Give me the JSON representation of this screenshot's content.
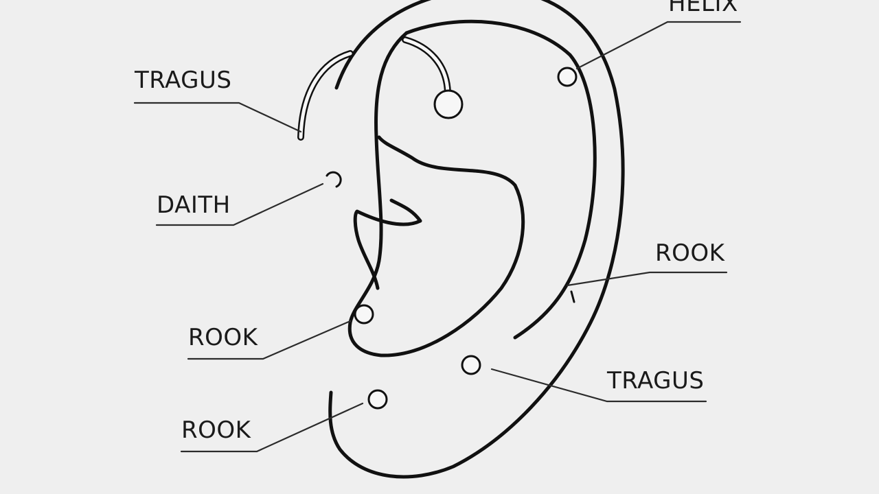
{
  "diagram": {
    "labels": {
      "helix": "HELIX",
      "tragus_top": "TRAGUS",
      "daith": "DAITH",
      "rook_right": "ROOK",
      "rook_mid": "ROOK",
      "tragus_bottom": "TRAGUS",
      "rook_bottom": "ROOK"
    },
    "colors": {
      "background": "#efefef",
      "line": "#111111",
      "jewelry_fill": "#f7f7f7"
    }
  }
}
